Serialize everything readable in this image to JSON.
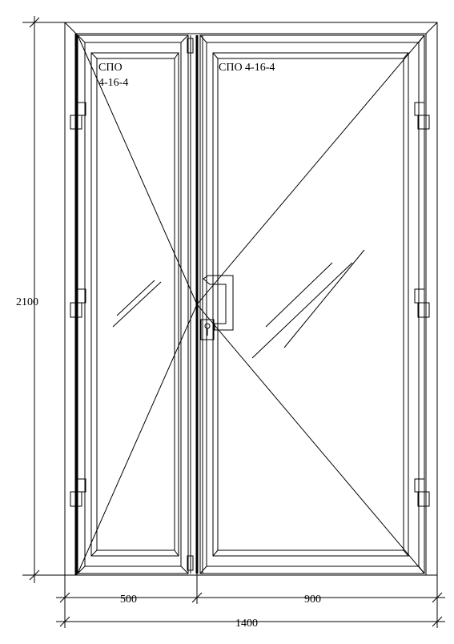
{
  "glass_labels": {
    "left_line1": "СПО",
    "left_line2": "4-16-4",
    "right": "СПО 4-16-4"
  },
  "dimensions": {
    "height": "2100",
    "left_sash_width": "500",
    "right_sash_width": "900",
    "total_width": "1400"
  }
}
